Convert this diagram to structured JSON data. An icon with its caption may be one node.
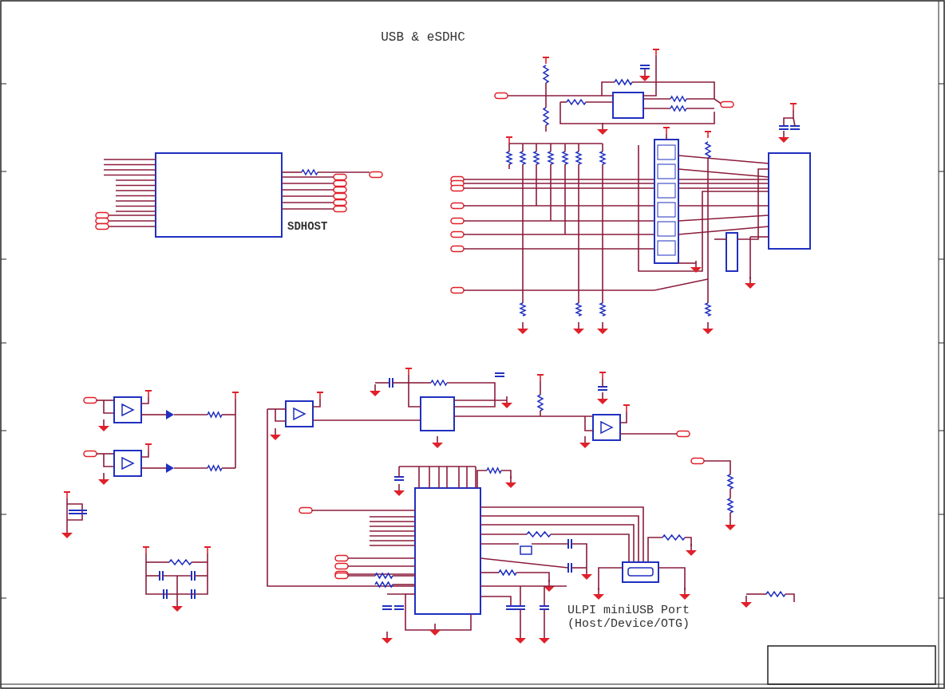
{
  "diagram": {
    "title": "USB & eSDHC",
    "labels": [
      "SDHOST",
      "ULPI miniUSB Port (Host/Device/OTG)"
    ]
  }
}
